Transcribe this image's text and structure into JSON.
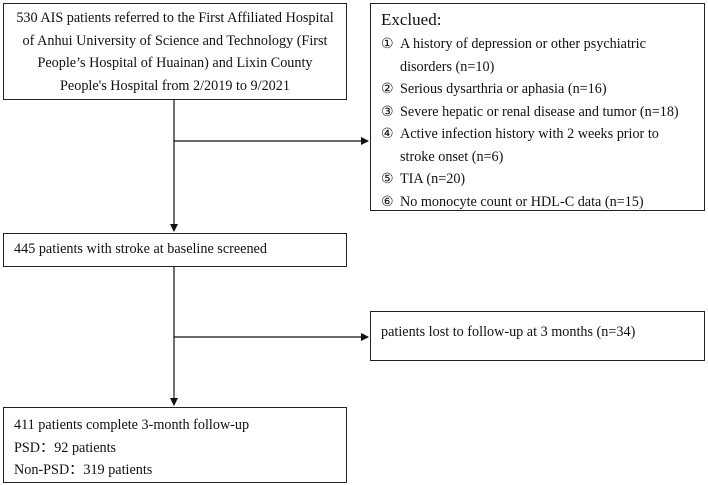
{
  "source": {
    "lines": [
      "530 AIS patients referred to the First Affiliated Hospital",
      "of Anhui University of Science and Technology (First",
      "People’s Hospital of Huainan) and Lixin County",
      "People's Hospital from 2/2019 to 9/2021"
    ]
  },
  "excluded": {
    "title": "Exclued:",
    "items": [
      {
        "num": "①",
        "text": "A history of depression or other psychiatric disorders (n=10)"
      },
      {
        "num": "②",
        "text": "Serious dysarthria or aphasia (n=16)"
      },
      {
        "num": "③",
        "text": "Severe hepatic or renal disease and tumor (n=18)"
      },
      {
        "num": "④",
        "text": "Active infection history with 2 weeks prior to stroke onset (n=6)"
      },
      {
        "num": "⑤",
        "text": "TIA (n=20)"
      },
      {
        "num": "⑥",
        "text": "No monocyte count or HDL-C data (n=15)"
      }
    ]
  },
  "screened": {
    "text": "445 patients with stroke at baseline screened"
  },
  "lost": {
    "text": "patients lost to follow-up at 3 months (n=34)"
  },
  "final": {
    "lines": [
      "411 patients complete 3-month follow-up",
      "PSD：92 patients",
      "Non-PSD：319 patients"
    ]
  }
}
